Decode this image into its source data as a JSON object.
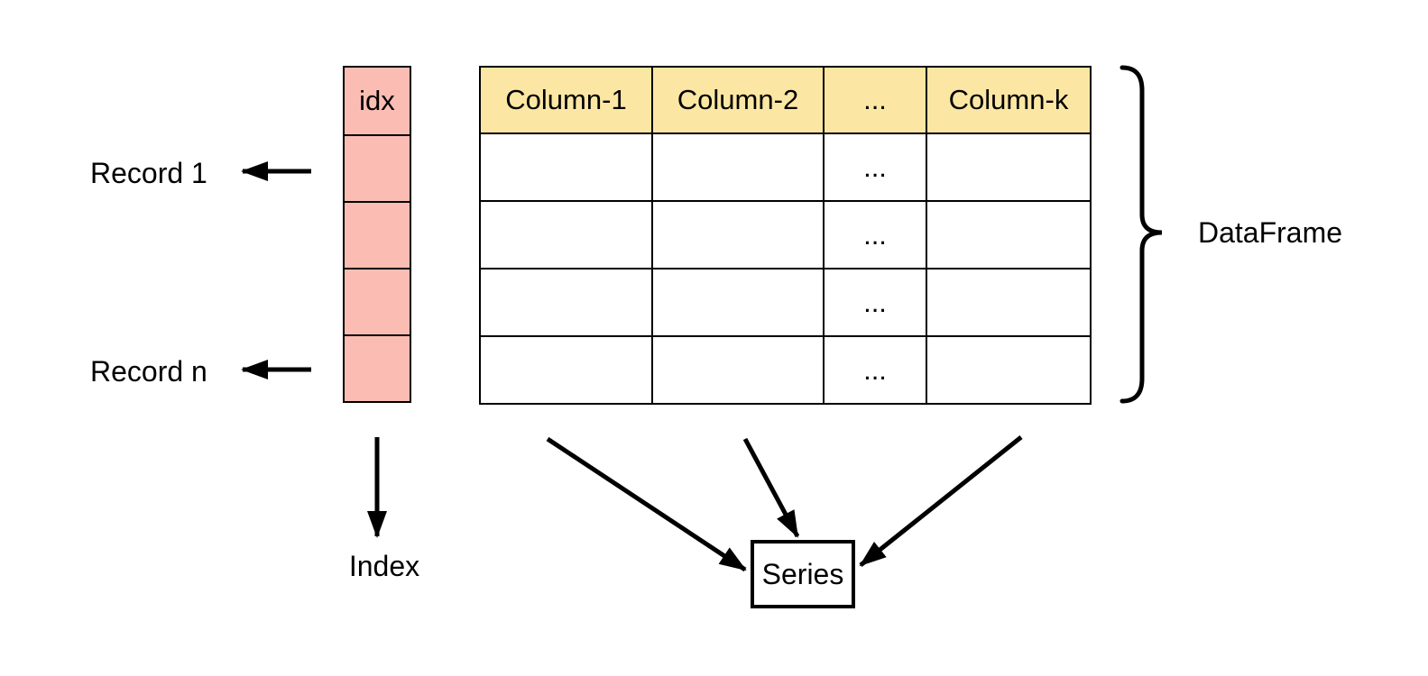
{
  "diagram": {
    "labels": {
      "record_first": "Record 1",
      "record_last": "Record n",
      "dataframe": "DataFrame",
      "index": "Index",
      "series": "Series"
    },
    "index_table": {
      "header": "idx",
      "empty_row_count": 4
    },
    "dataframe_table": {
      "columns": [
        "Column-1",
        "Column-2",
        "...",
        "Column-k"
      ],
      "row_count": 4,
      "ellipsis_cell": "..."
    },
    "colors": {
      "index_fill": "#FBBDB3",
      "header_fill": "#FBE7A3",
      "border": "#000000",
      "background": "#FFFFFF",
      "text": "#000000"
    }
  }
}
